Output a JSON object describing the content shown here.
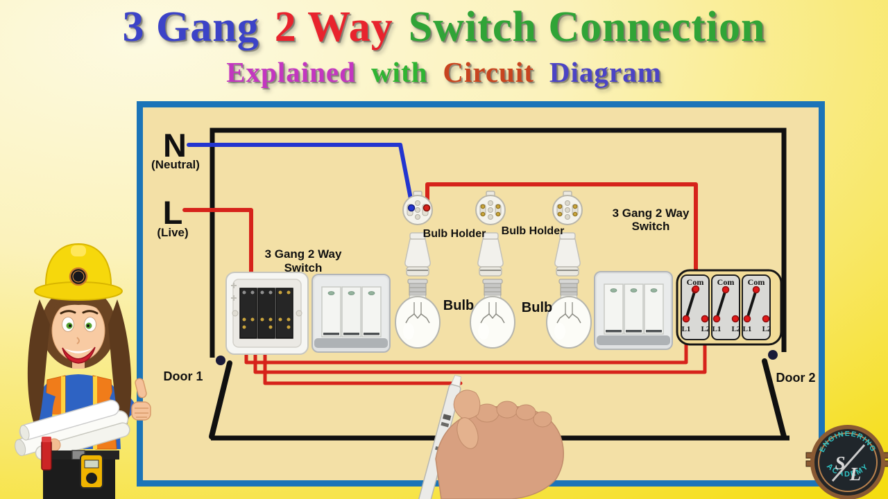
{
  "title": {
    "word1": "3 Gang",
    "word2": "2 Way",
    "word3": "Switch Connection"
  },
  "subtitle": {
    "word1": "Explained",
    "word2": "with",
    "word3": "Circuit",
    "word4": "Diagram"
  },
  "diagram": {
    "neutral_letter": "N",
    "neutral_name": "(Neutral)",
    "live_letter": "L",
    "live_name": "(Live)",
    "left_switch_label_line1": "3 Gang 2 Way",
    "left_switch_label_line2": "Switch",
    "right_switch_label_line1": "3 Gang 2 Way",
    "right_switch_label_line2": "Switch",
    "bulb_holder_label_1": "Bulb Holder",
    "bulb_holder_label_2": "Bulb Holder",
    "bulb_label_1": "Bulb",
    "bulb_label_2": "Bulb",
    "door1_label": "Door 1",
    "door2_label": "Door 2",
    "terminal_com": "Com",
    "terminal_l1": "L1",
    "terminal_l2": "L2"
  },
  "logo": {
    "arc_top": "ENGINEERING",
    "arc_bottom": "ACADEMY",
    "monogram_s": "S",
    "monogram_l": "L"
  },
  "colors": {
    "frame": "#1b74b8",
    "panel_background": "#f3e0a6",
    "page_background": "#f5dc0a",
    "live_wire": "#d6231b",
    "neutral_wire": "#2335cf",
    "room_outline": "#101010",
    "neutral_label": "#5a2a96",
    "live_label": "#a31111",
    "title_blue": "#3c43c7",
    "title_red": "#e8232d",
    "title_green": "#30a437",
    "subtitle_magenta": "#c336c0",
    "subtitle_green": "#2fb432",
    "subtitle_orange": "#c8441f",
    "subtitle_violet": "#4b44c4",
    "logo_teal": "#2fc4c4"
  }
}
